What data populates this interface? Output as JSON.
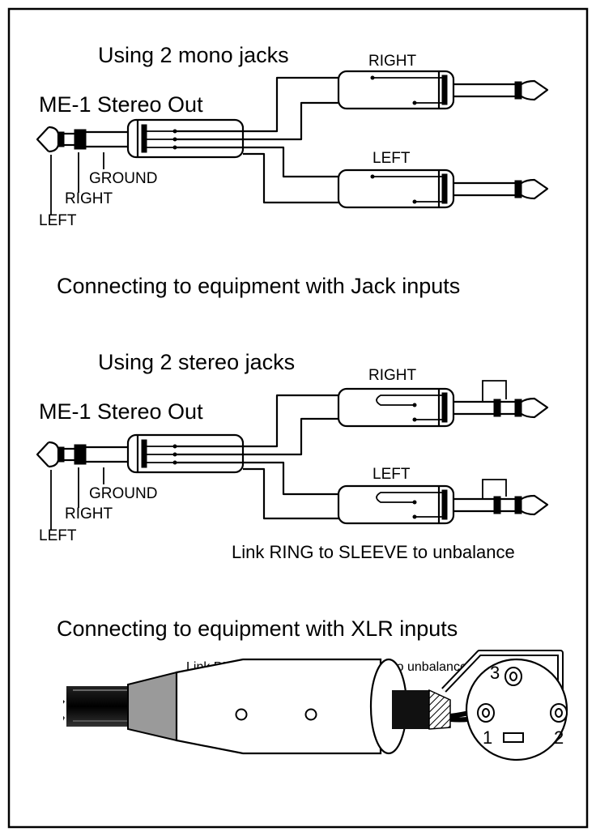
{
  "diagram": {
    "section1": {
      "subtitle": "Using 2 mono jacks",
      "source_label": "ME-1 Stereo Out",
      "plug_right_label": "RIGHT",
      "plug_left_label": "LEFT",
      "pin_ground": "GROUND",
      "pin_right": "RIGHT",
      "pin_left": "LEFT",
      "heading": "Connecting to equipment with Jack inputs"
    },
    "section2": {
      "subtitle": "Using 2 stereo jacks",
      "source_label": "ME-1 Stereo Out",
      "plug_right_label": "RIGHT",
      "plug_left_label": "LEFT",
      "pin_ground": "GROUND",
      "pin_right": "RIGHT",
      "pin_left": "LEFT",
      "note": "Link RING to SLEEVE to unbalance"
    },
    "section3": {
      "heading": "Connecting to equipment with XLR inputs",
      "note": "Link PIN3 (cold, -) to PIN1 (ground) to unbalance",
      "pin3": "3",
      "pin1": "1",
      "pin2": "2"
    }
  }
}
